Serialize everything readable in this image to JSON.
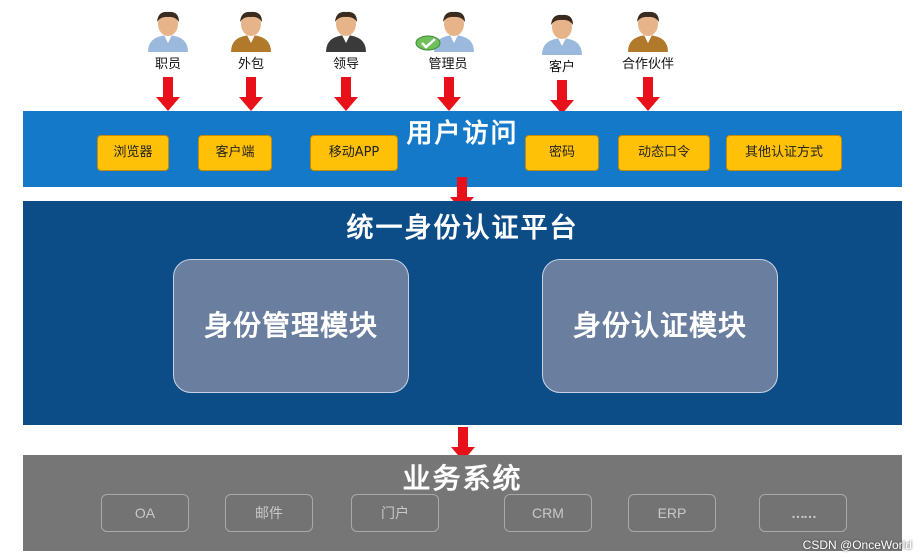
{
  "users": [
    {
      "label": "职员",
      "icon": "person-icon",
      "suit": "#9bb9dc"
    },
    {
      "label": "外包",
      "icon": "person-icon",
      "suit": "#b07a2a"
    },
    {
      "label": "领导",
      "icon": "person-icon",
      "suit": "#3a3a3a"
    },
    {
      "label": "管理员",
      "icon": "admin-person-icon",
      "suit": "#9bb9dc"
    },
    {
      "label": "客户",
      "icon": "person-icon",
      "suit": "#9bb9dc"
    },
    {
      "label": "合作伙伴",
      "icon": "person-icon",
      "suit": "#b07a2a"
    }
  ],
  "access": {
    "title": "用户访问",
    "methods": [
      "浏览器",
      "客户端",
      "移动APP",
      "密码",
      "动态口令",
      "其他认证方式"
    ]
  },
  "platform": {
    "title": "统一身份认证平台",
    "modules": [
      "身份管理模块",
      "身份认证模块"
    ]
  },
  "business": {
    "title": "业务系统",
    "systems": [
      "OA",
      "邮件",
      "门户",
      "CRM",
      "ERP",
      "……"
    ]
  },
  "watermark": "CSDN @OnceWorld",
  "colors": {
    "access_band": "#1479c9",
    "platform_band": "#0c4d87",
    "business_band": "#767676",
    "pill": "#ffc107",
    "arrow": "#e8111a",
    "module": "#6a7fa0"
  }
}
